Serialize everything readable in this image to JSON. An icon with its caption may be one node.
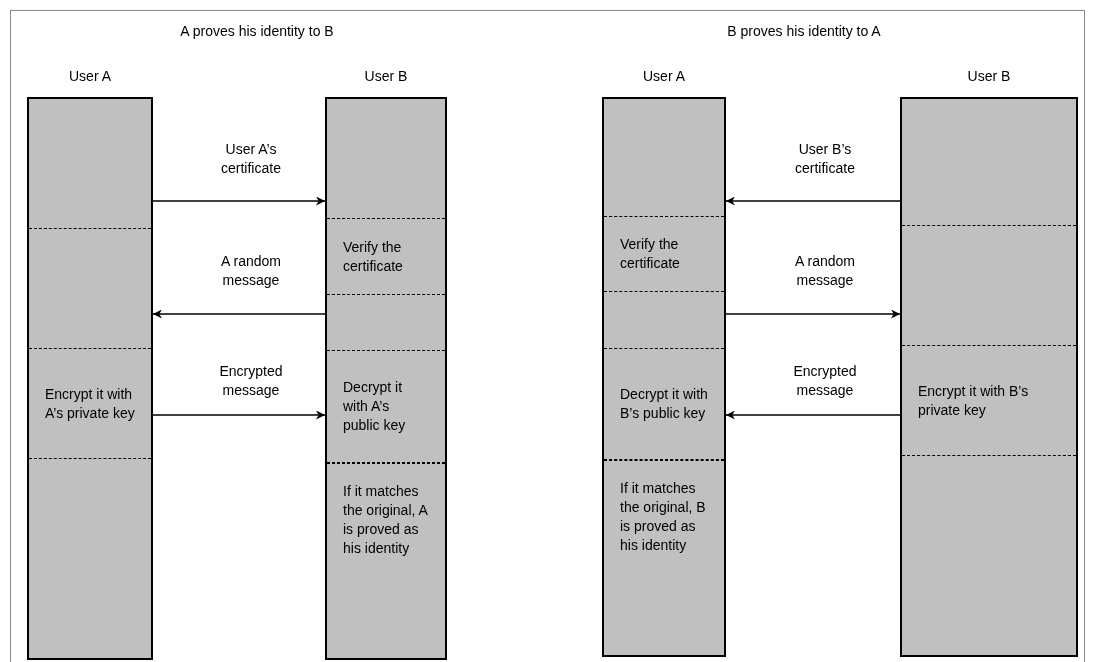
{
  "diagram": {
    "nodes": [
      {
        "text": [
          "User A"
        ]
      },
      {
        "text": [
          "Encrypt it with A’s private key"
        ],
        "in": 0
      },
      {
        "text": [
          "User B"
        ]
      },
      {
        "text": [
          "Verify the certificate"
        ],
        "in": 2
      },
      {
        "text": [
          "Decrypt it with A’s public key"
        ],
        "in": 2
      },
      {
        "text": [
          "If it matches the original, A is proved as his identity"
        ],
        "in": 2
      },
      {
        "text": [
          "User A"
        ]
      },
      {
        "text": [
          "Verify the certificate"
        ],
        "in": 6
      },
      {
        "text": [
          "Decrypt it with B’s public key"
        ],
        "in": 6
      },
      {
        "text": [
          "If it matches the original, B is proved as his identity"
        ],
        "in": 6
      },
      {
        "text": [
          "User B"
        ]
      },
      {
        "text": [
          "Encrypt it with B’s private key"
        ],
        "in": 10
      }
    ],
    "edges": [
      {
        "from": 0,
        "to": 2,
        "arrow": "to",
        "label": "User A’s certificate"
      },
      {
        "from": 2,
        "to": 0,
        "arrow": "to",
        "label": "A random message"
      },
      {
        "from": 1,
        "to": 4,
        "arrow": "to",
        "label": "Encrypted message"
      },
      {
        "from": 10,
        "to": 6,
        "arrow": "to",
        "label": "User B’s certificate"
      },
      {
        "from": 6,
        "to": 10,
        "arrow": "to",
        "label": "A random message"
      },
      {
        "from": 11,
        "to": 8,
        "arrow": "to",
        "label": "Encrypted message"
      }
    ],
    "labels": [
      "A proves his identity to B",
      "B proves his identity to A"
    ]
  }
}
